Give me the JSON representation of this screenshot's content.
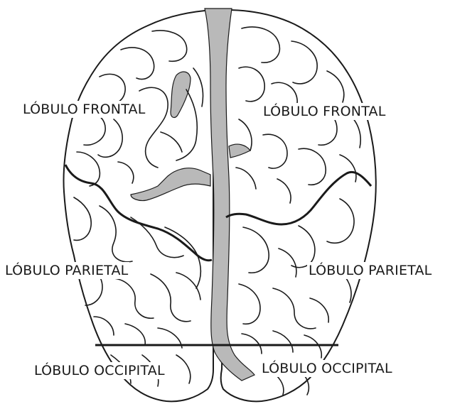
{
  "figure": {
    "labels": {
      "frontal_left": "LÓBULO FRONTAL",
      "frontal_right": "LÓBULO FRONTAL",
      "parietal_left": "LÓBULO PARIETAL",
      "parietal_right": "LÓBULO PARIETAL",
      "occipital_left": "LÓBULO OCCIPITAL",
      "occipital_right": "LÓBULO OCCIPITAL"
    },
    "colors": {
      "outline": "#1a1a1a",
      "fissure_fill": "#b9b9b9",
      "background": "#ffffff"
    }
  }
}
